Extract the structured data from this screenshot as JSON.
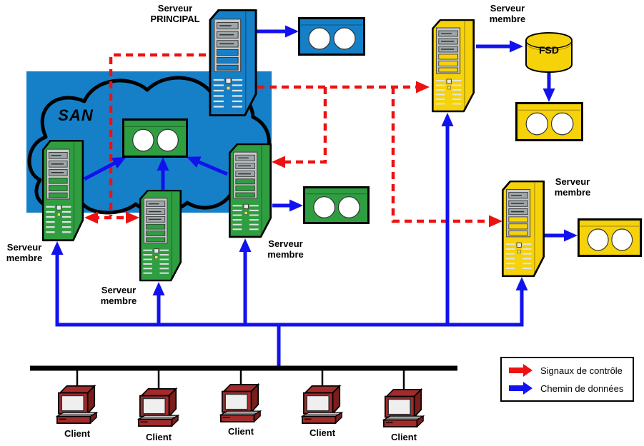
{
  "labels": {
    "principal_server": "Serveur\nPRINCIPAL",
    "san": "SAN",
    "member_top_right": "Serveur\nmembre",
    "member_left": "Serveur\nmembre",
    "member_middle": "Serveur\nmembre",
    "member_center_right": "Serveur\nmembre",
    "member_right": "Serveur\nmembre",
    "fsd": "FSD"
  },
  "clients": [
    "Client",
    "Client",
    "Client",
    "Client",
    "Client"
  ],
  "legend": {
    "control_label": "Signaux de contrôle",
    "data_label": "Chemin de données"
  },
  "colors": {
    "primary_blue": "#1580C8",
    "member_green": "#2F9E41",
    "member_yellow": "#F5D20A",
    "client_red": "#A32B2B",
    "client_red_dark": "#7A1D1D",
    "arrow_blue": "#1212EE",
    "arrow_red": "#EE1111",
    "bus_black": "#000000"
  }
}
